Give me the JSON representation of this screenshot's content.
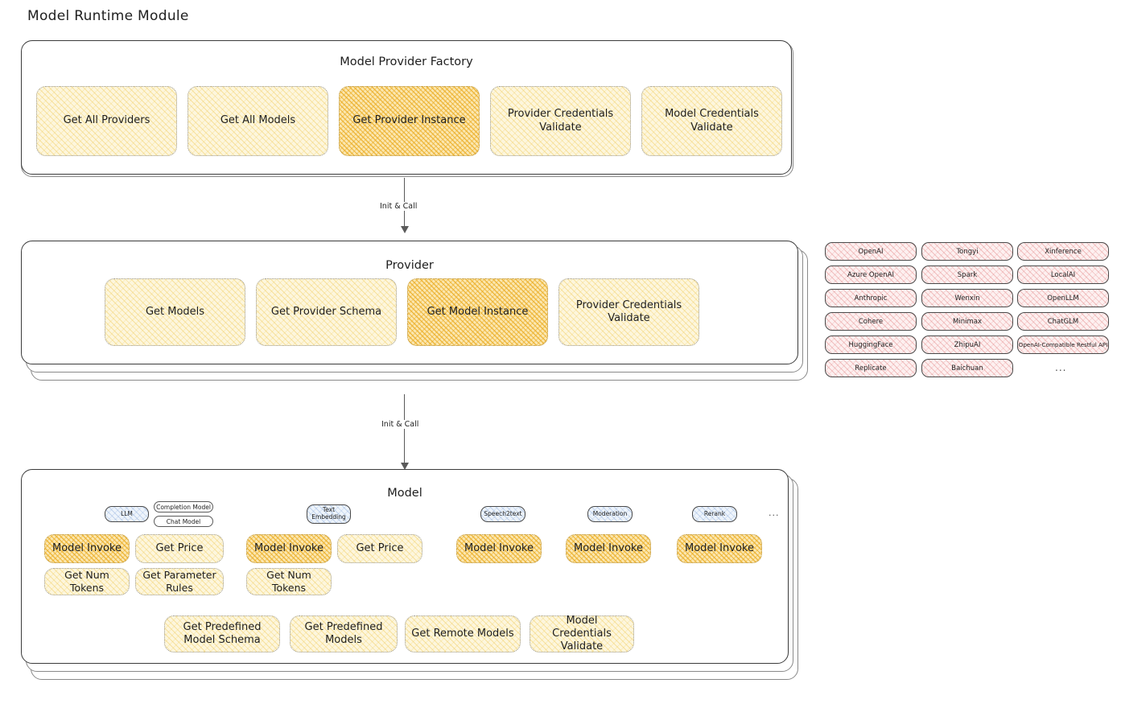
{
  "page": {
    "title": "Model Runtime Module"
  },
  "factory": {
    "title": "Model Provider Factory",
    "items": [
      {
        "label": "Get All Providers",
        "highlight": false
      },
      {
        "label": "Get All Models",
        "highlight": false
      },
      {
        "label": "Get Provider Instance",
        "highlight": true
      },
      {
        "label": "Provider Credentials Validate",
        "highlight": false
      },
      {
        "label": "Model Credentials Validate",
        "highlight": false
      }
    ]
  },
  "arrows": [
    {
      "label": "Init & Call"
    },
    {
      "label": "Init & Call"
    }
  ],
  "provider": {
    "title": "Provider",
    "items": [
      {
        "label": "Get Models",
        "highlight": false
      },
      {
        "label": "Get Provider Schema",
        "highlight": false
      },
      {
        "label": "Get Model Instance",
        "highlight": true
      },
      {
        "label": "Provider Credentials Validate",
        "highlight": false
      }
    ]
  },
  "provider_list": {
    "columns": [
      {
        "items": [
          "OpenAI",
          "Azure OpenAI",
          "Anthropic",
          "Cohere",
          "HuggingFace",
          "Replicate"
        ]
      },
      {
        "items": [
          "Tongyi",
          "Spark",
          "Wenxin",
          "Minimax",
          "ZhipuAI",
          "Baichuan"
        ]
      },
      {
        "items": [
          "Xinference",
          "LocalAI",
          "OpenLLM",
          "ChatGLM",
          "OpenAI-Compatible Restful API"
        ]
      }
    ],
    "more": "..."
  },
  "model": {
    "title": "Model",
    "more": "...",
    "types": [
      {
        "badge": "LLM",
        "tags": [
          "Completion Model",
          "Chat Model"
        ],
        "ops": [
          {
            "label": "Model Invoke",
            "highlight": true
          },
          {
            "label": "Get Price",
            "highlight": false
          },
          {
            "label": "Get Num Tokens",
            "highlight": false
          },
          {
            "label": "Get Parameter Rules",
            "highlight": false
          }
        ]
      },
      {
        "badge": "Text Embedding",
        "tags": [],
        "ops": [
          {
            "label": "Model Invoke",
            "highlight": true
          },
          {
            "label": "Get Price",
            "highlight": false
          },
          {
            "label": "Get Num Tokens",
            "highlight": false
          }
        ]
      },
      {
        "badge": "Speech2text",
        "tags": [],
        "ops": [
          {
            "label": "Model Invoke",
            "highlight": true
          }
        ]
      },
      {
        "badge": "Moderation",
        "tags": [],
        "ops": [
          {
            "label": "Model Invoke",
            "highlight": true
          }
        ]
      },
      {
        "badge": "Rerank",
        "tags": [],
        "ops": [
          {
            "label": "Model Invoke",
            "highlight": true
          }
        ]
      }
    ],
    "common_ops": [
      "Get Predefined Model Schema",
      "Get Predefined Models",
      "Get Remote Models",
      "Model Credentials Validate"
    ]
  },
  "colors": {
    "fill_light": "#fdf6dd",
    "fill_highlight": "#fbe7b0",
    "fill_provider": "#fdf0f0",
    "fill_badge": "#eef4fb",
    "stroke": "#3b3b3b",
    "text": "#1e1e1e"
  }
}
